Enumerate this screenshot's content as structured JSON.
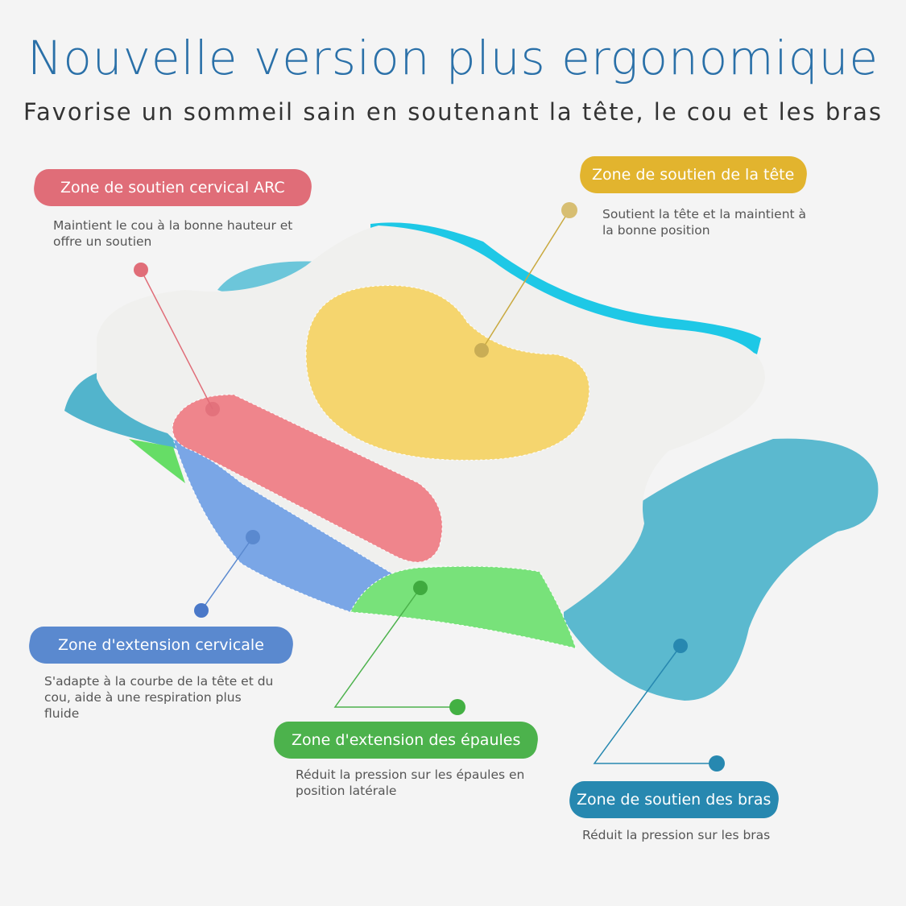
{
  "header": {
    "title": "Nouvelle version plus ergonomique",
    "subtitle": "Favorise un sommeil sain en soutenant la tête, le cou et les bras"
  },
  "zones": [
    {
      "label": "Zone de soutien cervical ARC",
      "description": "Maintient le cou à la bonne hauteur et offre un soutien",
      "color": "#e06d78"
    },
    {
      "label": "Zone de soutien de la tête",
      "description": "Soutient la tête et la maintient à la bonne position",
      "color": "#e2b42e"
    },
    {
      "label": "Zone d'extension cervicale",
      "description": "S'adapte à la courbe de la tête et du cou, aide à une respiration plus fluide",
      "color": "#5a89cf"
    },
    {
      "label": "Zone d'extension des épaules",
      "description": "Réduit la pression sur les épaules en position latérale",
      "color": "#4cb24c"
    },
    {
      "label": "Zone de soutien des bras",
      "description": "Réduit la pression sur les bras",
      "color": "#2788b0"
    }
  ]
}
